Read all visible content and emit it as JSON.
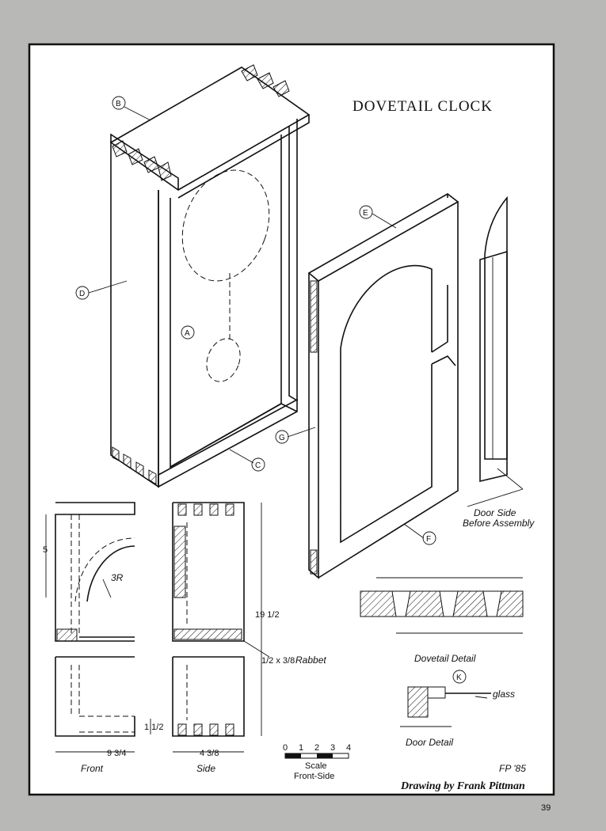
{
  "title": "DOVETAIL CLOCK",
  "part_labels": {
    "a": "A",
    "b": "B",
    "c": "C",
    "d": "D",
    "e": "E",
    "f": "F",
    "g": "G",
    "k": "K"
  },
  "annotations": {
    "door_side_1": "Door Side",
    "door_side_2": "Before Assembly",
    "rabbet": "Rabbet",
    "radius": "3R",
    "glass": "glass",
    "dovetail_detail": "Dovetail Detail",
    "door_detail": "Door Detail",
    "front": "Front",
    "side": "Side",
    "scale": "Scale",
    "scale_sub": "Front-Side"
  },
  "dimensions": {
    "five": "5",
    "nineteen_half": "19 1/2",
    "nine_three_quarter": "9 3/4",
    "four_three_eighth": "4 3/8",
    "one_half_x_three_eighth": "1/2 x 3/8",
    "one_and_half": "1 1/2"
  },
  "scale_ticks": [
    "0",
    "1",
    "2",
    "3",
    "4"
  ],
  "signature": "FP '85",
  "credit": "Drawing by Frank Pittman",
  "page_number": "39",
  "colors": {
    "background": "#b8b8b6",
    "paper": "#ffffff",
    "ink": "#111111"
  }
}
